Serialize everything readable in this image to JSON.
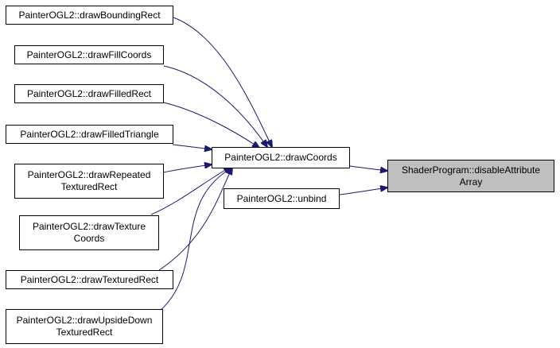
{
  "colors": {
    "edge": "#191970",
    "node_border": "#000000",
    "highlight_fill": "#bfbfbf",
    "node_fill": "#ffffff"
  },
  "nodes": {
    "drawBoundingRect": {
      "lines": [
        "PainterOGL2::drawBoundingRect"
      ]
    },
    "drawFillCoords": {
      "lines": [
        "PainterOGL2::drawFillCoords"
      ]
    },
    "drawFilledRect": {
      "lines": [
        "PainterOGL2::drawFilledRect"
      ]
    },
    "drawFilledTriangle": {
      "lines": [
        "PainterOGL2::drawFilledTriangle"
      ]
    },
    "drawRepeatedTexturedRect": {
      "lines": [
        "PainterOGL2::drawRepeated",
        "TexturedRect"
      ]
    },
    "drawTextureCoords": {
      "lines": [
        "PainterOGL2::drawTexture",
        "Coords"
      ]
    },
    "drawTexturedRect": {
      "lines": [
        "PainterOGL2::drawTexturedRect"
      ]
    },
    "drawUpsideDownTexturedRect": {
      "lines": [
        "PainterOGL2::drawUpsideDown",
        "TexturedRect"
      ]
    },
    "drawCoords": {
      "lines": [
        "PainterOGL2::drawCoords"
      ]
    },
    "unbind": {
      "lines": [
        "PainterOGL2::unbind"
      ]
    },
    "disableAttributeArray": {
      "lines": [
        "ShaderProgram::disableAttribute",
        "Array"
      ]
    }
  }
}
